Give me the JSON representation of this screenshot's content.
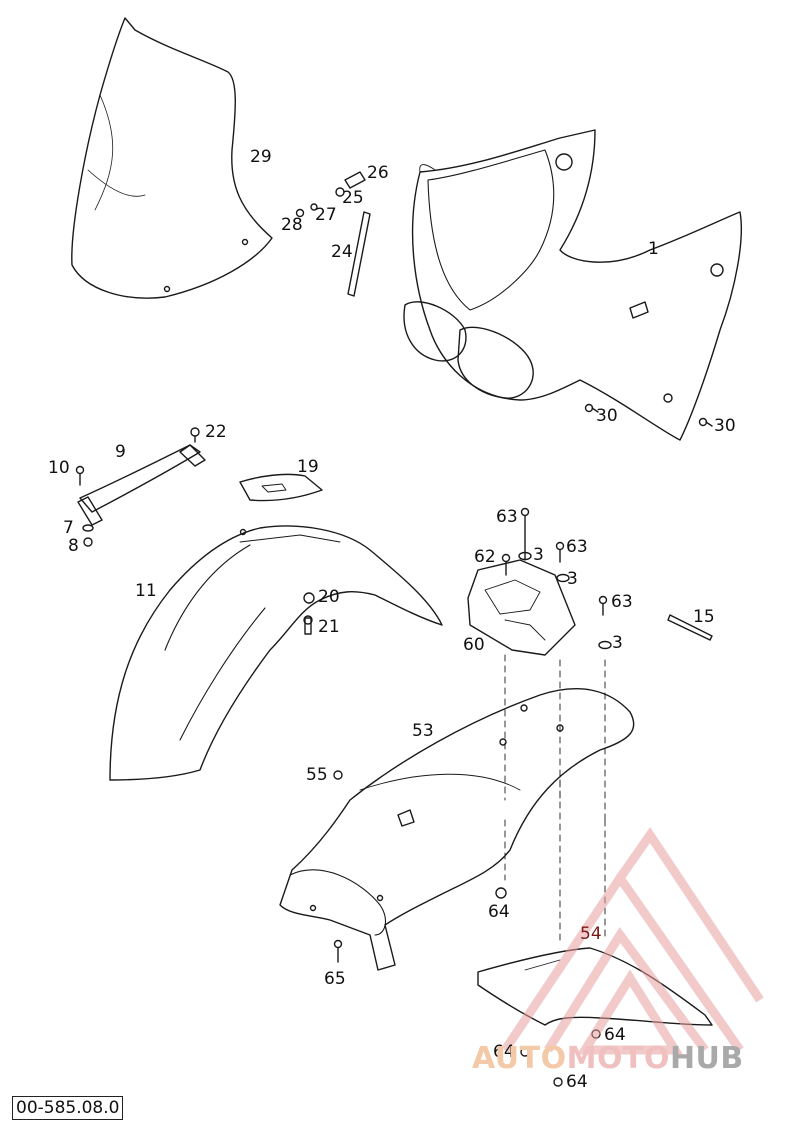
{
  "diagram": {
    "drawing_code": "00-585.08.0",
    "part_labels": {
      "p29": "29",
      "p1": "1",
      "p26": "26",
      "p25": "25",
      "p27": "27",
      "p28": "28",
      "p24": "24",
      "p30a": "30",
      "p30b": "30",
      "p22": "22",
      "p9": "9",
      "p10": "10",
      "p19": "19",
      "p7": "7",
      "p8": "8",
      "p11": "11",
      "p20": "20",
      "p21": "21",
      "p63a": "63",
      "p62": "62",
      "p3a": "3",
      "p63b": "63",
      "p3b": "3",
      "p63c": "63",
      "p15": "15",
      "p60": "60",
      "p3c": "3",
      "p53": "53",
      "p55": "55",
      "p64a": "64",
      "p54": "54",
      "p65": "65",
      "p64b": "64",
      "p64c": "64",
      "p64d": "64"
    }
  },
  "watermark": {
    "part1": "AUTO",
    "part2": "MOTO",
    "part3": "HUB",
    "colors": {
      "triangle": "#e8a0a0",
      "auto": "#f3c9a8",
      "moto": "#f0bfbf",
      "hub": "#a9a9a9"
    }
  }
}
